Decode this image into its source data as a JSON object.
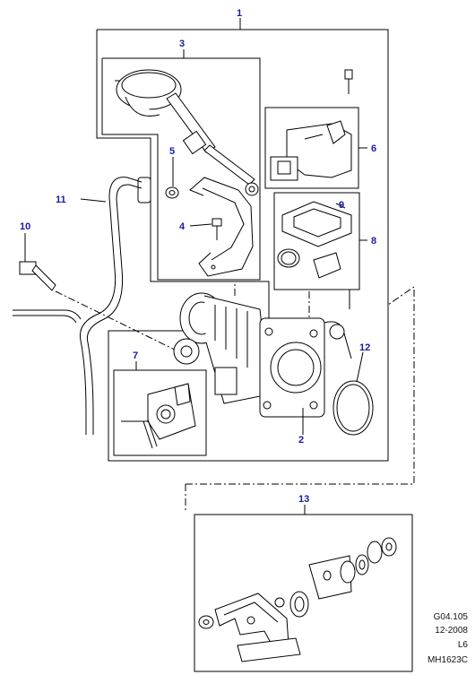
{
  "callouts": {
    "c1": "1",
    "c2": "2",
    "c3": "3",
    "c4": "4",
    "c5": "5",
    "c6": "6",
    "c7": "7",
    "c8": "8",
    "c9": "9",
    "c10": "10",
    "c11": "11",
    "c12": "12",
    "c13": "13"
  },
  "reference": {
    "group": "G04.105",
    "date": "12-2008",
    "variant": "L6",
    "illustration": "MH1623C"
  },
  "colors": {
    "callout": "#1a1aa6",
    "line": "#000000"
  }
}
